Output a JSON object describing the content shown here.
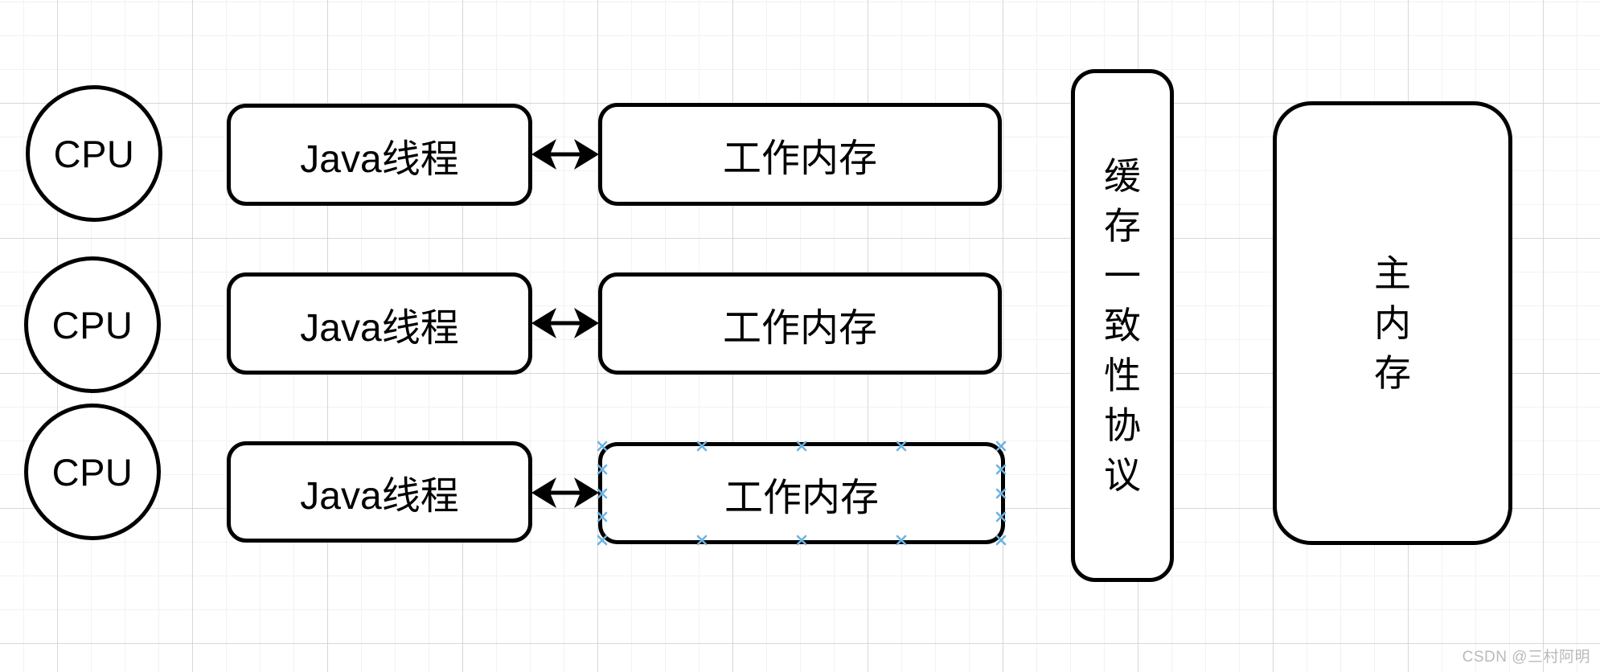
{
  "canvas": {
    "watermark": "CSDN @三村阿明"
  },
  "diagram": {
    "rows": [
      {
        "cpu_label": "CPU",
        "thread_label": "Java线程",
        "memory_label": "工作内存"
      },
      {
        "cpu_label": "CPU",
        "thread_label": "Java线程",
        "memory_label": "工作内存"
      },
      {
        "cpu_label": "CPU",
        "thread_label": "Java线程",
        "memory_label": "工作内存"
      }
    ],
    "protocol_label": "缓存一致性协议",
    "main_memory_label": "主内存",
    "selected_node": "row-3-working-memory",
    "colors": {
      "shape_stroke": "#000000",
      "shape_fill": "#ffffff",
      "connection_point": "#6cb3e3",
      "watermark_text": "#b9babc",
      "grid_minor": "#f2f2f2",
      "grid_major": "#d7d7d7"
    },
    "icons": {
      "edge_arrow": "double-headed-arrow-icon",
      "connection_point": "x-connection-point-icon"
    }
  }
}
